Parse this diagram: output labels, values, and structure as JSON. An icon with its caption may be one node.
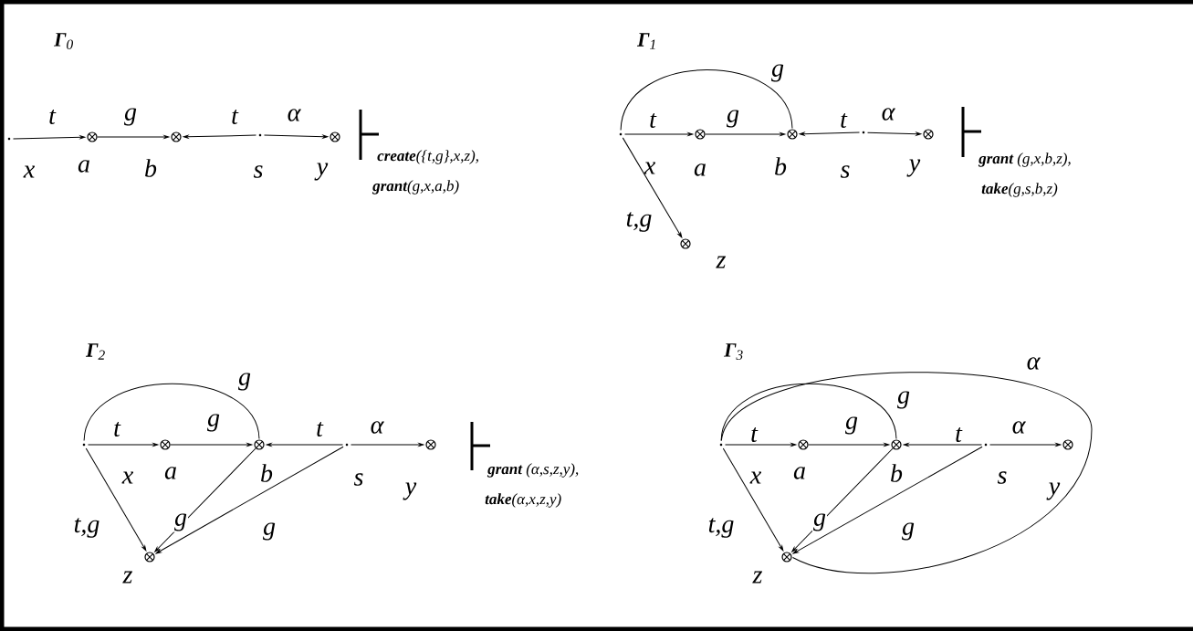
{
  "diagram": {
    "nodes": [
      {
        "text": [],
        "shape": "dot",
        "beside": [
          "x"
        ]
      },
      {
        "text": [],
        "shape": "circle",
        "beside": [
          "a"
        ]
      },
      {
        "text": [],
        "shape": "circle",
        "beside": [
          "b"
        ]
      },
      {
        "text": [],
        "shape": "dot",
        "beside": [
          "s"
        ]
      },
      {
        "text": [],
        "shape": "circle",
        "beside": [
          "y"
        ]
      },
      {
        "text": [],
        "shape": "dot",
        "beside": [
          "x"
        ]
      },
      {
        "text": [],
        "shape": "circle",
        "beside": [
          "a"
        ]
      },
      {
        "text": [],
        "shape": "circle",
        "beside": [
          "b"
        ]
      },
      {
        "text": [],
        "shape": "dot",
        "beside": [
          "s"
        ]
      },
      {
        "text": [],
        "shape": "circle",
        "beside": [
          "y"
        ]
      },
      {
        "text": [],
        "shape": "circle",
        "beside": [
          "z"
        ]
      },
      {
        "text": [],
        "shape": "dot",
        "beside": [
          "x"
        ]
      },
      {
        "text": [],
        "shape": "circle",
        "beside": [
          "a"
        ]
      },
      {
        "text": [],
        "shape": "circle",
        "beside": [
          "b"
        ]
      },
      {
        "text": [],
        "shape": "dot",
        "beside": [
          "s"
        ]
      },
      {
        "text": [],
        "shape": "circle",
        "beside": [
          "y"
        ]
      },
      {
        "text": [],
        "shape": "circle",
        "beside": [
          "z"
        ]
      },
      {
        "text": [],
        "shape": "dot",
        "beside": [
          "x"
        ]
      },
      {
        "text": [],
        "shape": "circle",
        "beside": [
          "a"
        ]
      },
      {
        "text": [],
        "shape": "circle",
        "beside": [
          "b"
        ]
      },
      {
        "text": [],
        "shape": "dot",
        "beside": [
          "s"
        ]
      },
      {
        "text": [],
        "shape": "circle",
        "beside": [
          "y"
        ]
      },
      {
        "text": [],
        "shape": "circle",
        "beside": [
          "z"
        ]
      }
    ],
    "edges": [
      {
        "from": 0,
        "to": 1,
        "arrow": "to",
        "label": "t"
      },
      {
        "from": 1,
        "to": 2,
        "arrow": "to",
        "label": "g"
      },
      {
        "from": 3,
        "to": 2,
        "arrow": "to",
        "label": "t"
      },
      {
        "from": 3,
        "to": 4,
        "arrow": "to",
        "label": "α"
      },
      {
        "from": 5,
        "to": 6,
        "arrow": "to",
        "label": "t"
      },
      {
        "from": 6,
        "to": 7,
        "arrow": "to",
        "label": "g"
      },
      {
        "from": 8,
        "to": 7,
        "arrow": "to",
        "label": "t"
      },
      {
        "from": 8,
        "to": 9,
        "arrow": "to",
        "label": "α"
      },
      {
        "from": 5,
        "to": 10,
        "arrow": "to",
        "label": "t,g"
      },
      {
        "from": 5,
        "to": 7,
        "arrow": "none",
        "label": "g"
      },
      {
        "from": 11,
        "to": 12,
        "arrow": "to",
        "label": "t"
      },
      {
        "from": 12,
        "to": 13,
        "arrow": "to",
        "label": "g"
      },
      {
        "from": 14,
        "to": 13,
        "arrow": "to",
        "label": "t"
      },
      {
        "from": 14,
        "to": 15,
        "arrow": "to",
        "label": "α"
      },
      {
        "from": 11,
        "to": 16,
        "arrow": "to",
        "label": "t,g"
      },
      {
        "from": 11,
        "to": 13,
        "arrow": "none",
        "label": "g"
      },
      {
        "from": 13,
        "to": 16,
        "arrow": "to",
        "label": "g"
      },
      {
        "from": 14,
        "to": 16,
        "arrow": "to",
        "label": "g"
      },
      {
        "from": 17,
        "to": 18,
        "arrow": "to",
        "label": "t"
      },
      {
        "from": 18,
        "to": 19,
        "arrow": "to",
        "label": "g"
      },
      {
        "from": 20,
        "to": 19,
        "arrow": "to",
        "label": "t"
      },
      {
        "from": 20,
        "to": 21,
        "arrow": "to",
        "label": "α"
      },
      {
        "from": 17,
        "to": 22,
        "arrow": "to",
        "label": "t,g"
      },
      {
        "from": 17,
        "to": 19,
        "arrow": "none",
        "label": "g"
      },
      {
        "from": 19,
        "to": 22,
        "arrow": "to",
        "label": "g"
      },
      {
        "from": 20,
        "to": 22,
        "arrow": "to",
        "label": "g"
      },
      {
        "from": 17,
        "to": 22,
        "arrow": "none",
        "label": "α"
      }
    ],
    "labels": [
      "**Γ**$_{0}$",
      "**create**({t,g},x,z),",
      "**grant**(g,x,a,b)",
      "**Γ**$_{1}$",
      "**grant** (g,x,b,z),",
      "**take**(g,s,b,z)",
      "**Γ**$_{2}$",
      "**grant** (α,s,z,y),",
      "**take**(α,x,z,y)",
      "**Γ**$_{3}$"
    ]
  }
}
